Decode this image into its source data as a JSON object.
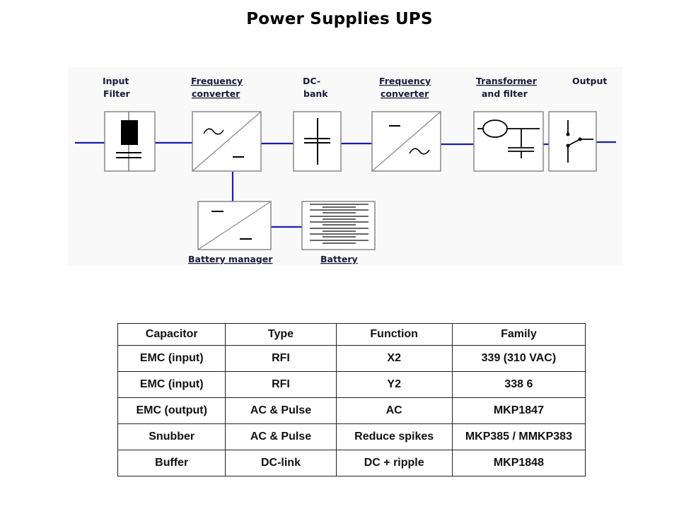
{
  "slide": {
    "title": "Power Supplies UPS"
  },
  "diagram": {
    "blocks": {
      "input_filter": {
        "label_line1": "Input",
        "label_line2": "Filter",
        "icon": "filter-icon"
      },
      "freq_converter_1": {
        "label_line1": "Frequency",
        "label_line2": "converter",
        "icon": "ac-to-dc-converter-icon"
      },
      "dc_bank": {
        "label_line1": "DC-",
        "label_line2": "bank",
        "icon": "capacitor-icon"
      },
      "freq_converter_2": {
        "label_line1": "Frequency",
        "label_line2": "converter",
        "icon": "dc-to-ac-converter-icon"
      },
      "transformer_filter": {
        "label_line1": "Transformer",
        "label_line2": "and filter",
        "icon": "transformer-icon"
      },
      "output": {
        "label_line1": "Output",
        "icon": "switch-icon"
      },
      "battery_manager": {
        "label": "Battery manager",
        "icon": "dc-dc-converter-icon"
      },
      "battery": {
        "label": "Battery",
        "icon": "battery-icon"
      }
    },
    "line_color": "#1c1cb0"
  },
  "table": {
    "headers": [
      "Capacitor",
      "Type",
      "Function",
      "Family"
    ],
    "rows": [
      [
        "EMC (input)",
        "RFI",
        "X2",
        "339 (310 VAC)"
      ],
      [
        "EMC (input)",
        "RFI",
        "Y2",
        "338 6"
      ],
      [
        "EMC (output)",
        "AC & Pulse",
        "AC",
        "MKP1847"
      ],
      [
        "Snubber",
        "AC & Pulse",
        "Reduce spikes",
        "MKP385 / MMKP383"
      ],
      [
        "Buffer",
        "DC-link",
        "DC + ripple",
        "MKP1848"
      ]
    ]
  }
}
